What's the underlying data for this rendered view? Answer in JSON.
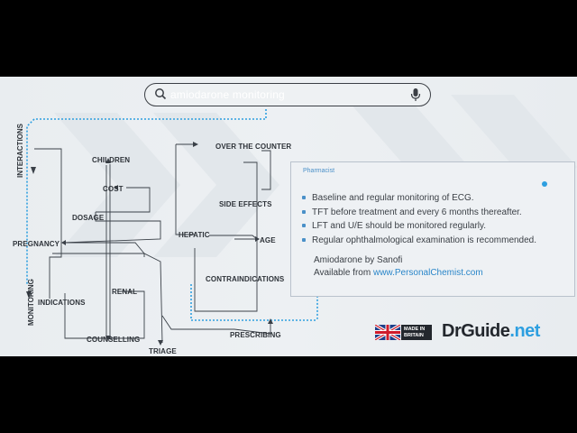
{
  "search": {
    "query": "amiodarone monitoring"
  },
  "nodes": {
    "interactions": "INTERACTIONS",
    "monitoring": "MONITORING",
    "children": "CHILDREN",
    "cost": "COST",
    "dosage": "DOSAGE",
    "pregnancy": "PREGNANCY",
    "indications": "INDICATIONS",
    "renal": "RENAL",
    "counselling": "COUNSELLING",
    "triage": "TRIAGE",
    "over_the_counter": "OVER THE COUNTER",
    "side_effects": "SIDE EFFECTS",
    "hepatic": "HEPATIC",
    "age": "AGE",
    "contraindications": "CONTRAINDICATIONS",
    "prescribing": "PRESCRIBING"
  },
  "panel": {
    "title": "Pharmacist",
    "bullets": [
      "Baseline and regular monitoring of ECG.",
      "TFT before treatment and every 6 months thereafter.",
      "LFT and U/E should be monitored regularly.",
      "Regular ophthalmological examination is recommended."
    ],
    "brand": "Amiodarone by Sanofi",
    "available_prefix": "Available from ",
    "available_link": "www.PersonalChemist.com"
  },
  "badge": {
    "line1": "MADE IN",
    "line2": "BRITAIN"
  },
  "logo": {
    "main": "DrGuide",
    "suffix": ".net"
  },
  "colors": {
    "accent": "#2e9fe0",
    "text": "#2e3339",
    "link": "#2a86c9"
  }
}
